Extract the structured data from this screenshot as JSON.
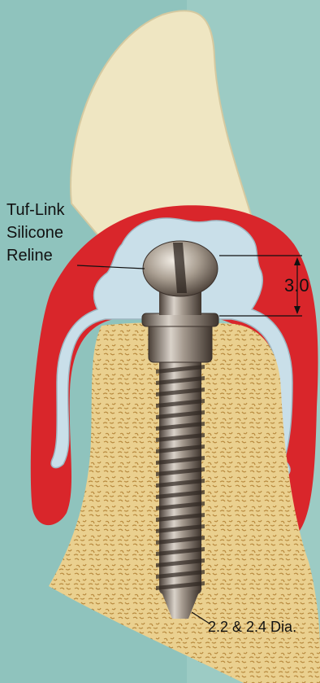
{
  "labels": {
    "liner_line1": "Tuf-Link",
    "liner_line2": "Silicone",
    "liner_line3": "Reline",
    "height": "3.0",
    "diameter": "2.2 & 2.4 Dia."
  },
  "colors": {
    "background": "#8fc3bd",
    "gum": "#d9262b",
    "liner": "#c9dfe9",
    "bone": "#e8c98a",
    "tooth": "#efe6c2",
    "metal": "#9a8f86"
  }
}
